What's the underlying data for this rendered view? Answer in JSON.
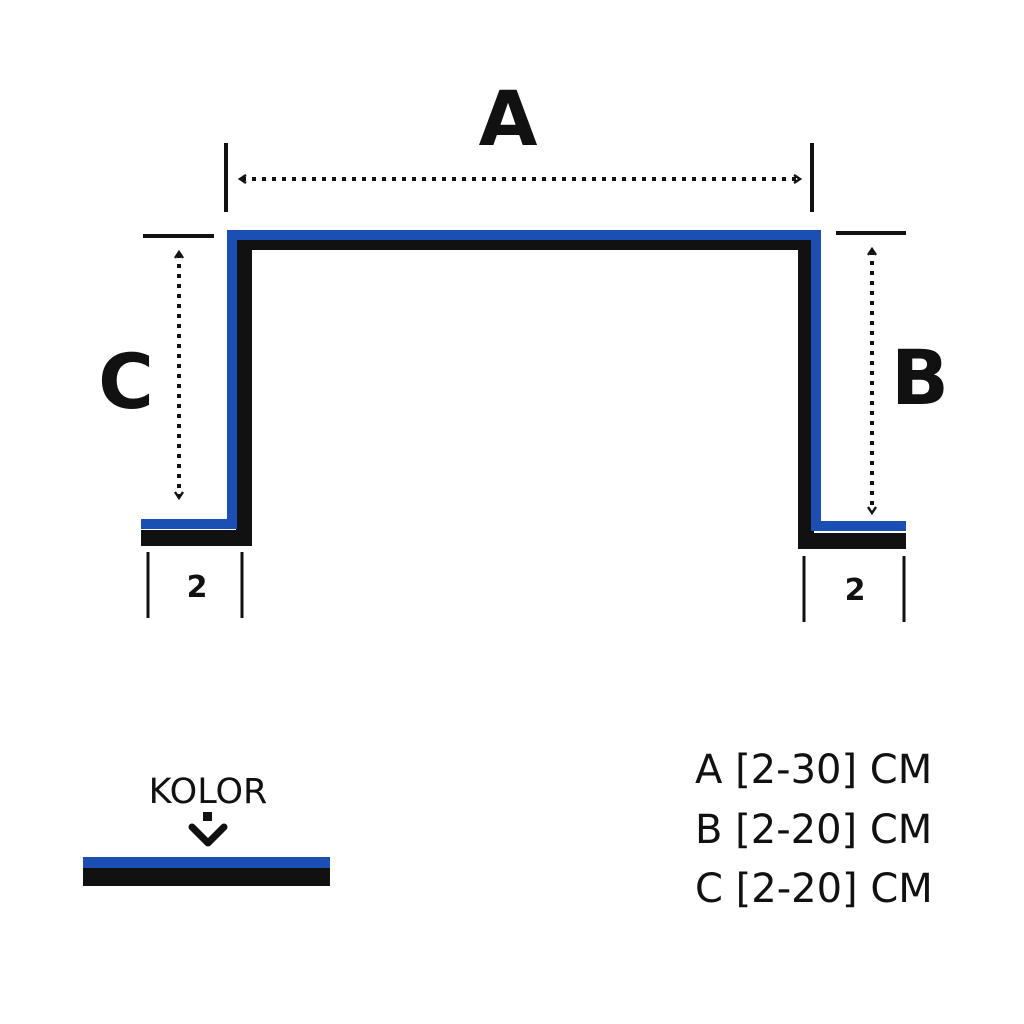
{
  "labels": {
    "a": "A",
    "b": "B",
    "c": "C",
    "flange_left": "2",
    "flange_right": "2"
  },
  "legend": {
    "kolor_label": "KOLOR"
  },
  "specs": [
    "A [2-30] CM",
    "B [2-20] CM",
    "C [2-20] CM"
  ],
  "colors": {
    "blue": "#1b4fb3",
    "black": "#111111"
  }
}
